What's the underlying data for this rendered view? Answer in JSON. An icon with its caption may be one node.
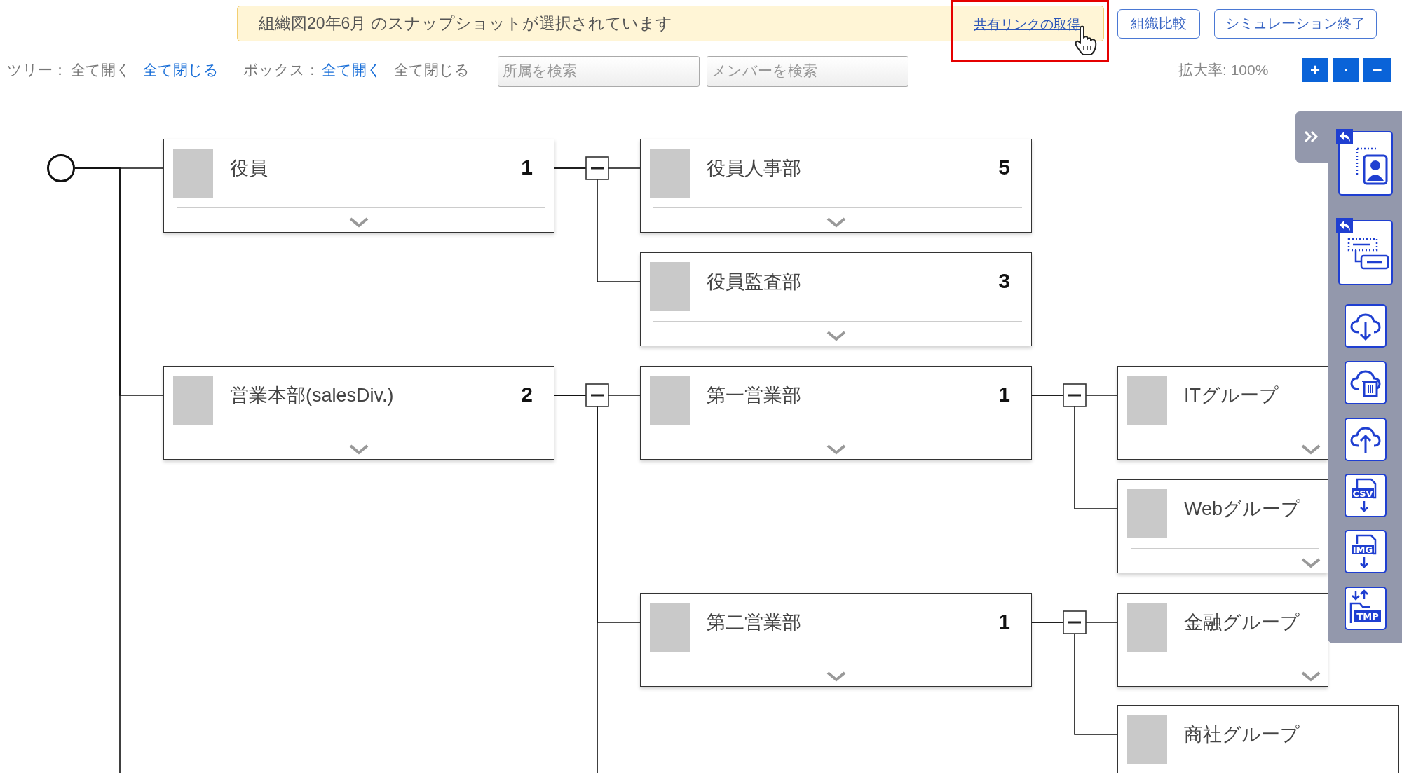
{
  "diagram": {
    "nodes": [
      {
        "text": [],
        "shape": "circle"
      },
      {
        "text": [
          "役員",
          "1"
        ]
      },
      {
        "text": [
          "役員人事部",
          "5"
        ]
      },
      {
        "text": [
          "役員監査部",
          "3"
        ]
      },
      {
        "text": [
          "営業本部(salesDiv.)",
          "2"
        ]
      },
      {
        "text": [
          "第一営業部",
          "1"
        ]
      },
      {
        "text": [
          "ITグループ"
        ]
      },
      {
        "text": [
          "Webグループ"
        ]
      },
      {
        "text": [
          "第二営業部",
          "1"
        ]
      },
      {
        "text": [
          "金融グループ"
        ]
      },
      {
        "text": [
          "商社グループ"
        ]
      }
    ],
    "edges": [
      {
        "from": 0,
        "to": 1,
        "arrow": "none"
      },
      {
        "from": 0,
        "to": 4,
        "arrow": "none"
      },
      {
        "from": 0,
        "to": null,
        "arrow": "none"
      },
      {
        "from": 1,
        "to": 2,
        "arrow": "none"
      },
      {
        "from": 1,
        "to": 3,
        "arrow": "none"
      },
      {
        "from": 4,
        "to": 5,
        "arrow": "none"
      },
      {
        "from": 4,
        "to": 8,
        "arrow": "none"
      },
      {
        "from": 4,
        "to": null,
        "arrow": "none"
      },
      {
        "from": 5,
        "to": 6,
        "arrow": "none"
      },
      {
        "from": 5,
        "to": 7,
        "arrow": "none"
      },
      {
        "from": 8,
        "to": 9,
        "arrow": "none"
      },
      {
        "from": 8,
        "to": 10,
        "arrow": "none"
      }
    ],
    "labels": [
      "組織図20年6月 のスナップショットが選択されています",
      "共有リンクの取得",
      "組織比較",
      "シミュレーション終了",
      "ツリー：",
      "全て開く",
      "全て閉じる",
      "ボックス：",
      "全て開く",
      "全て閉じる",
      "所属を検索",
      "メンバーを検索",
      "拡大率: 100%",
      "+",
      "·",
      "−",
      "CSV",
      "IMG",
      "TMP"
    ]
  }
}
